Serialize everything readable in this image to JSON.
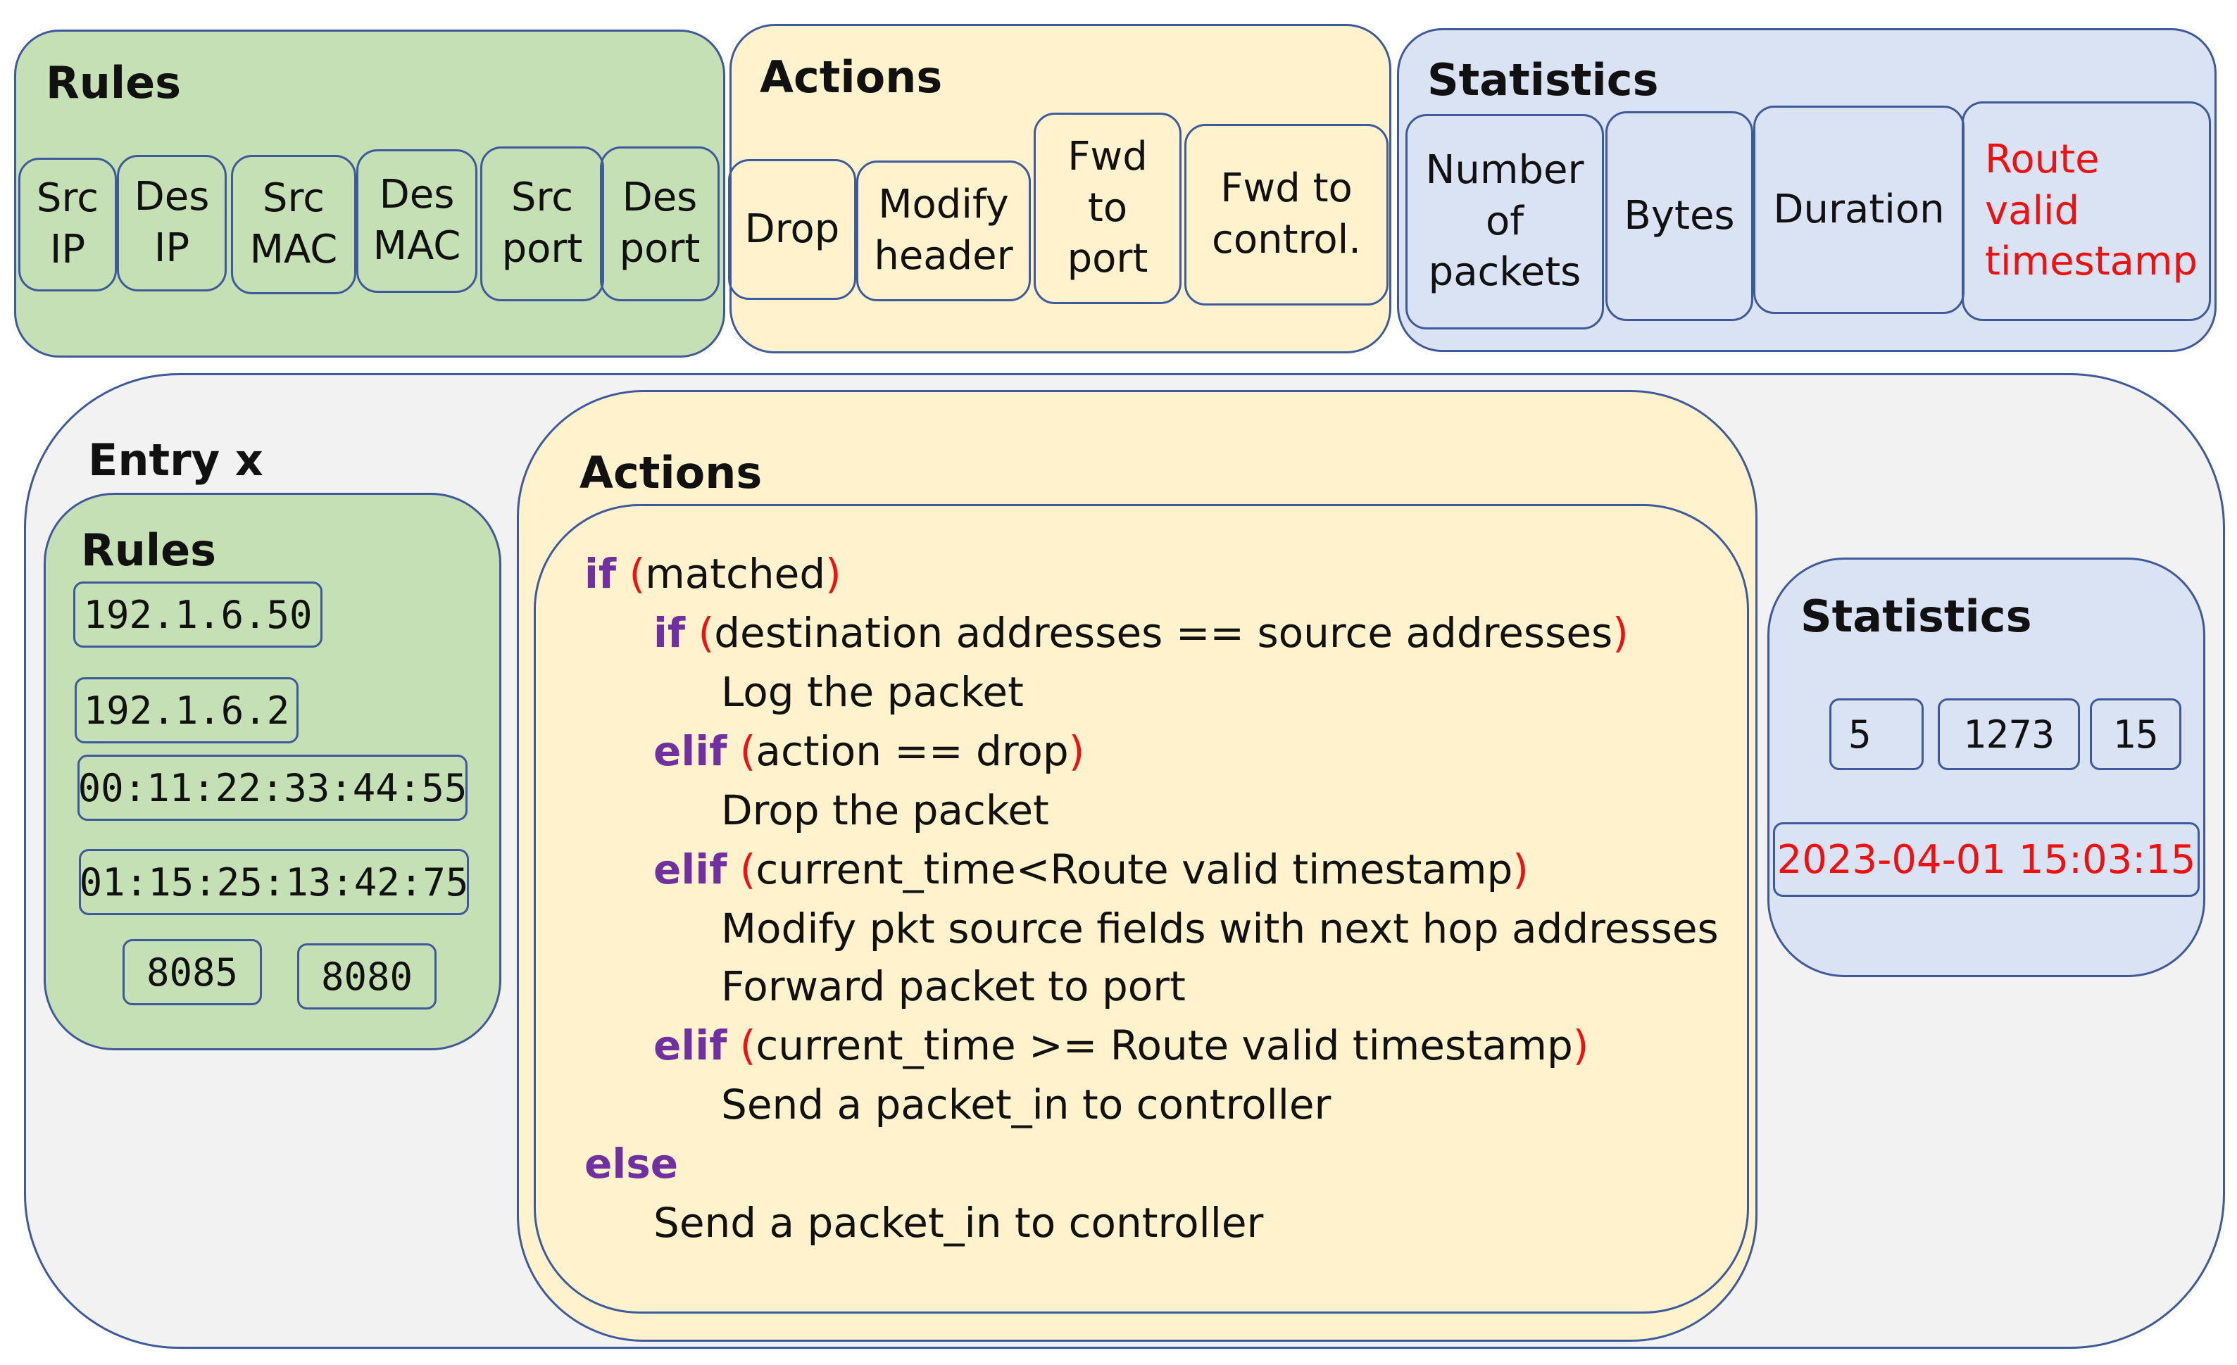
{
  "top": {
    "rules": {
      "title": "Rules",
      "fields": [
        "Src\nIP",
        "Des\nIP",
        "Src\nMAC",
        "Des\nMAC",
        "Src\nport",
        "Des\nport"
      ]
    },
    "actions": {
      "title": "Actions",
      "fields": [
        "Drop",
        "Modify\nheader",
        "Fwd\nto\nport",
        "Fwd to\ncontrol."
      ]
    },
    "statistics": {
      "title": "Statistics",
      "fields": [
        "Number\nof\npackets",
        "Bytes",
        "Duration",
        "Route\nvalid\ntimestamp"
      ]
    }
  },
  "entry": {
    "title": "Entry x",
    "rules": {
      "title": "Rules",
      "values": [
        "192.1.6.50",
        "192.1.6.2",
        "00:11:22:33:44:55",
        "01:15:25:13:42:75",
        "8085",
        "8080"
      ]
    },
    "actions": {
      "title": "Actions",
      "lines": [
        {
          "kw": "if",
          "open": "(",
          "text": "matched",
          "close": ")"
        },
        {
          "kw": "if",
          "open": "(",
          "text": "destination addresses == source addresses",
          "close": ")"
        },
        {
          "text": "Log the packet"
        },
        {
          "kw": "elif",
          "open": "(",
          "text": "action == drop",
          "close": ")"
        },
        {
          "text": "Drop the packet"
        },
        {
          "kw": "elif",
          "open": "(",
          "text": "current_time<Route valid timestamp",
          "close": ")"
        },
        {
          "text": "Modify pkt source fields with next hop addresses"
        },
        {
          "text": "Forward packet to port"
        },
        {
          "kw": "elif",
          "open": "(",
          "text": "current_time >= Route valid timestamp",
          "close": ")"
        },
        {
          "text": "Send a packet_in to controller"
        },
        {
          "kw": "else"
        },
        {
          "text": "Send a packet_in to controller"
        }
      ]
    },
    "statistics": {
      "title": "Statistics",
      "values": [
        "5",
        "1273",
        "15",
        "2023-04-01 15:03:15"
      ]
    }
  },
  "colors": {
    "green": "#c5e0b4",
    "yellow": "#fff2cc",
    "blue": "#dae3f3",
    "grey": "#f2f2f2",
    "border": "#3f5a9a",
    "keyword": "#7030a0",
    "highlight": "#ee1111"
  }
}
